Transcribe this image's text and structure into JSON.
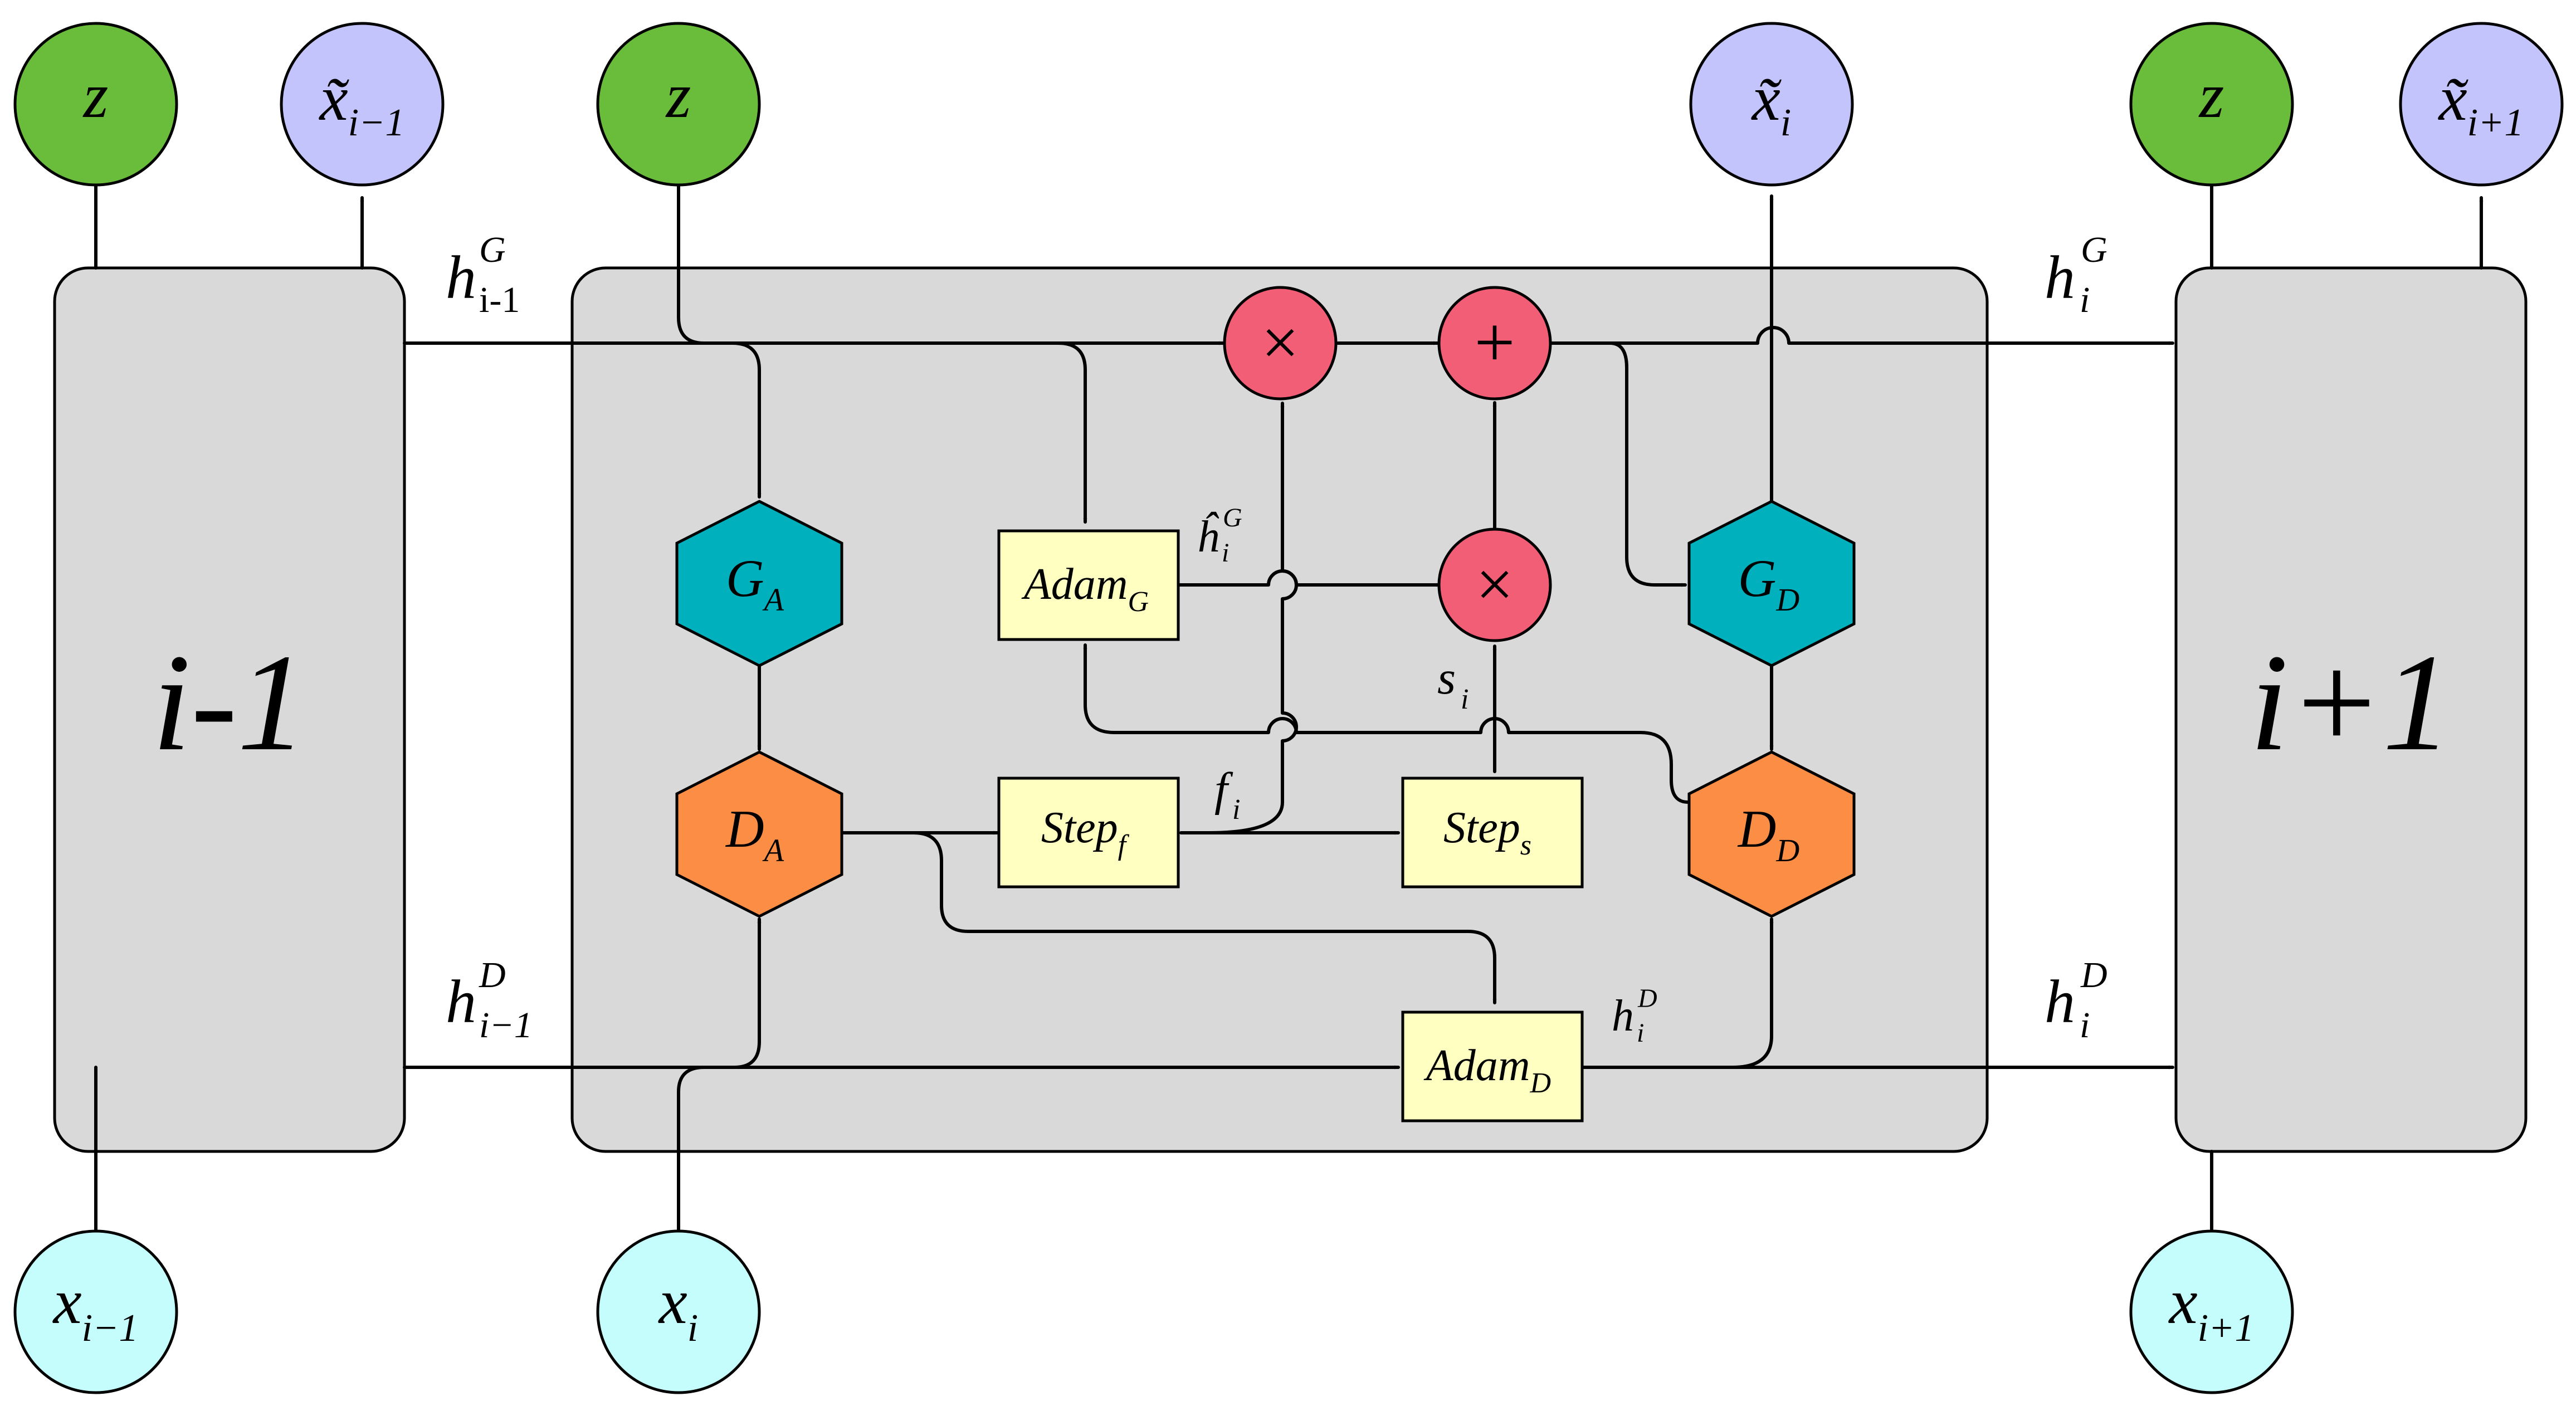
{
  "colors": {
    "cell_fill": "#d9d9d9",
    "z_node": "#6abd3a",
    "xtilde_node": "#c4c4fd",
    "x_node": "#c5fdfd",
    "operator": "#f15e75",
    "step_adam_box": "#ffffc2",
    "generator_hex": "#00b1bd",
    "discriminator_hex": "#fb8d45"
  },
  "cells": {
    "prev": {
      "label": "i-1"
    },
    "next": {
      "label": "i+1"
    }
  },
  "nodes": {
    "z": [
      "z",
      "z",
      "z"
    ],
    "xtilde": [
      {
        "base": "x̃",
        "sub": "i−1"
      },
      {
        "base": "x̃",
        "sub": "i"
      },
      {
        "base": "x̃",
        "sub": "i+1"
      }
    ],
    "x": [
      {
        "base": "x",
        "sub": "i−1"
      },
      {
        "base": "x",
        "sub": "i"
      },
      {
        "base": "x",
        "sub": "i+1"
      }
    ]
  },
  "state_labels": {
    "hG_prev": {
      "base": "h",
      "sup": "G",
      "sub": "i-1"
    },
    "hD_prev": {
      "base": "h",
      "sup": "D",
      "sub": "i−1"
    },
    "hG_next": {
      "base": "h",
      "sup": "G",
      "sub": "i"
    },
    "hD_next": {
      "base": "h",
      "sup": "D",
      "sub": "i"
    },
    "hhatG": {
      "base": "ĥ",
      "sup": "G",
      "sub": "i"
    },
    "hD_inner": {
      "base": "h",
      "sup": "D",
      "sub": "i"
    },
    "f": {
      "base": "f",
      "sub": "i"
    },
    "s": {
      "base": "s",
      "sub": "i"
    }
  },
  "blocks": {
    "adamG": {
      "base": "Adam",
      "sub": "G"
    },
    "adamD": {
      "base": "Adam",
      "sub": "D"
    },
    "stepF": {
      "base": "Step",
      "sub": "f"
    },
    "stepS": {
      "base": "Step",
      "sub": "s"
    },
    "GA": {
      "base": "G",
      "sub": "A"
    },
    "DA": {
      "base": "D",
      "sub": "A"
    },
    "GD": {
      "base": "G",
      "sub": "D"
    },
    "DD": {
      "base": "D",
      "sub": "D"
    }
  },
  "operators": {
    "mult_top": "×",
    "plus": "+",
    "mult_mid": "×"
  }
}
